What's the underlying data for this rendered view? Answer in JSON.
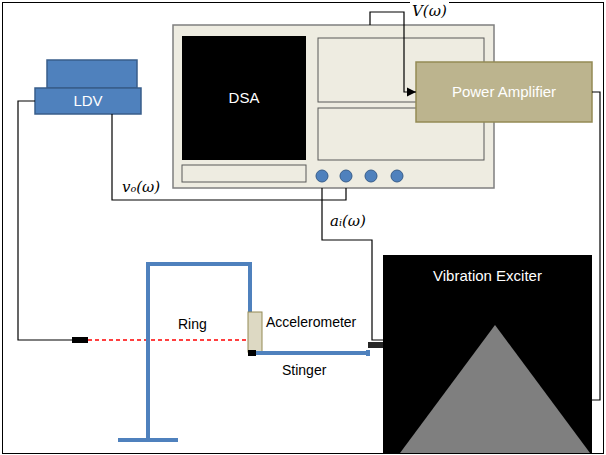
{
  "diagram": {
    "nodes": [
      {
        "text": [
          "DSA"
        ]
      },
      {
        "text": [
          "LDV"
        ]
      },
      {
        "text": [
          "Power Amplifier"
        ]
      },
      {
        "text": [
          "Vibration Exciter"
        ]
      }
    ],
    "edges": [
      {
        "from": 0,
        "to": 2,
        "label": "V(ω)",
        "arrow": "to"
      },
      {
        "from": 2,
        "to": 3,
        "arrow": "none"
      },
      {
        "from": 1,
        "to": 0,
        "label": "vₒ(ω)",
        "arrow": "none"
      },
      {
        "from": 3,
        "to": 0,
        "label": "aᵢ(ω)",
        "arrow": "none"
      }
    ],
    "labels": [
      "Ring",
      "Accelerometer",
      "Stinger"
    ]
  }
}
